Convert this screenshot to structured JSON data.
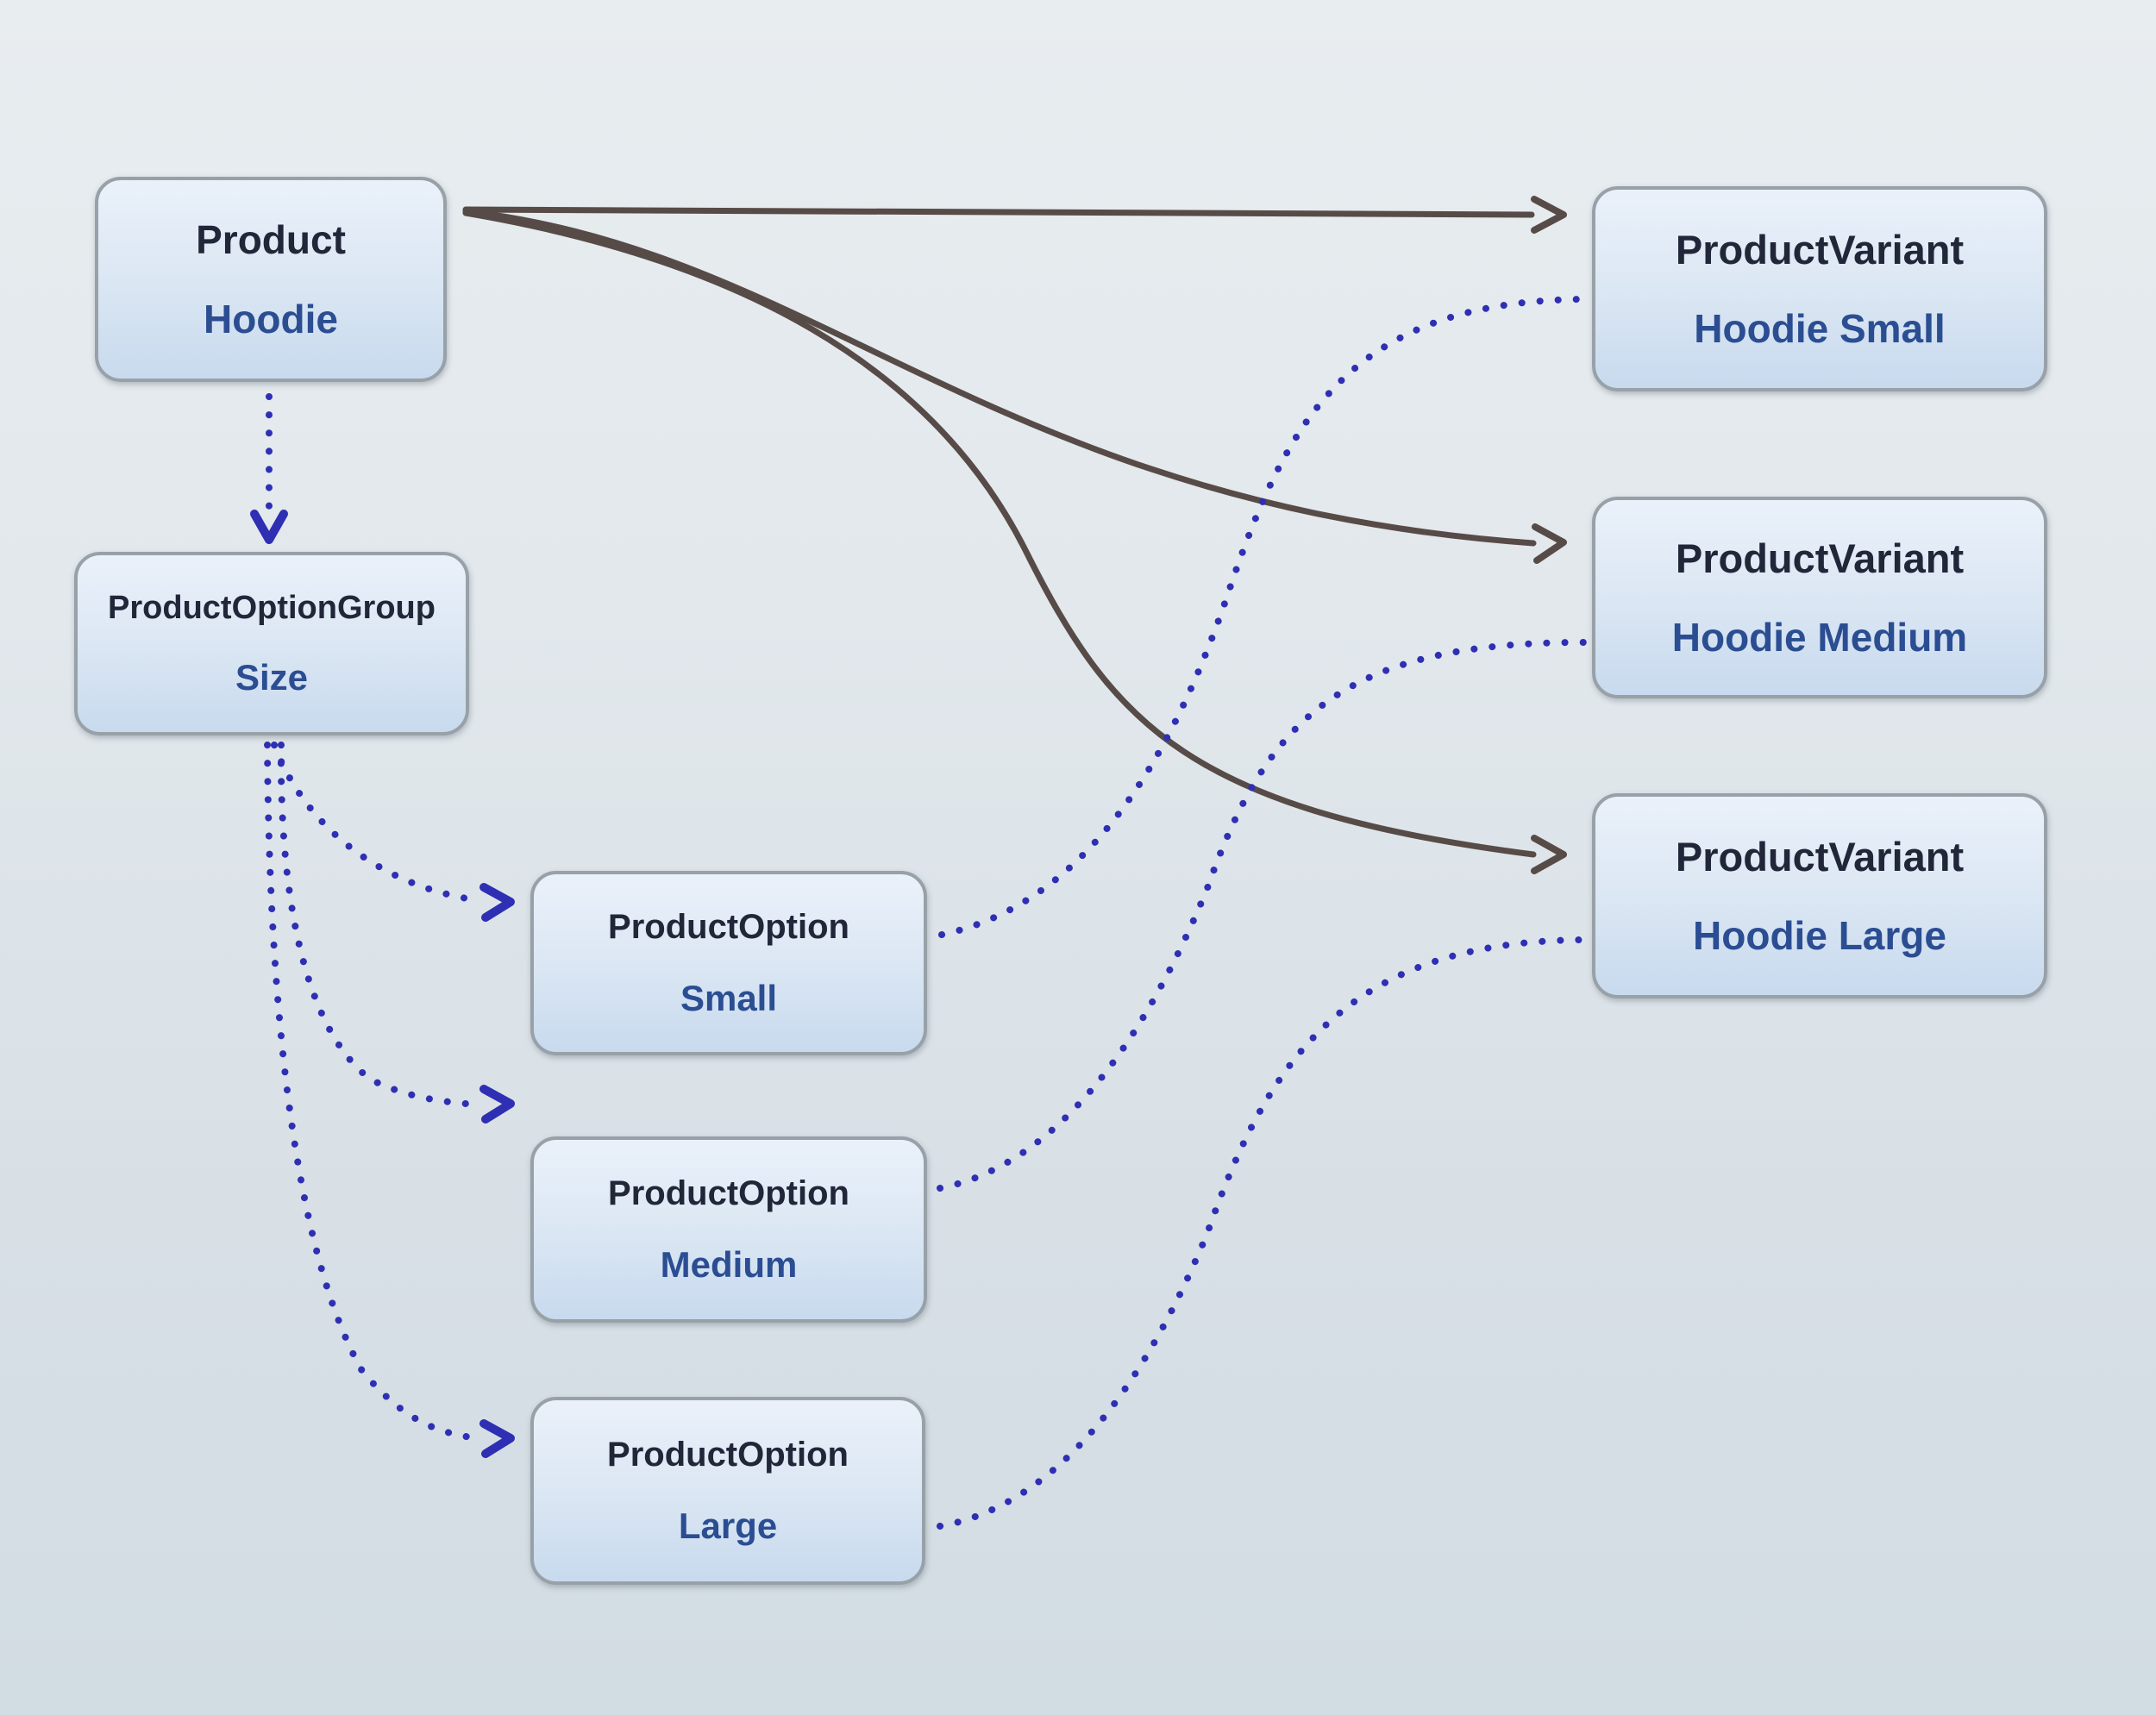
{
  "colors": {
    "background_top": "#e8edf0",
    "background_bottom": "#d2dce3",
    "node_fill_top": "#eaf1fa",
    "node_fill_bottom": "#c8daee",
    "node_border": "#98a1a8",
    "node_type_text": "#212739",
    "node_value_text": "#2b4d92",
    "solid_edge": "#574b48",
    "dotted_edge": "#2e2fb3"
  },
  "nodes": {
    "product": {
      "type": "Product",
      "value": "Hoodie"
    },
    "option_group": {
      "type": "ProductOptionGroup",
      "value": "Size"
    },
    "option_small": {
      "type": "ProductOption",
      "value": "Small"
    },
    "option_medium": {
      "type": "ProductOption",
      "value": "Medium"
    },
    "option_large": {
      "type": "ProductOption",
      "value": "Large"
    },
    "variant_small": {
      "type": "ProductVariant",
      "value": "Hoodie Small"
    },
    "variant_medium": {
      "type": "ProductVariant",
      "value": "Hoodie Medium"
    },
    "variant_large": {
      "type": "ProductVariant",
      "value": "Hoodie Large"
    }
  },
  "edges": [
    {
      "from": "product",
      "to": "variant_small",
      "style": "solid",
      "arrowhead": "open-chevron"
    },
    {
      "from": "product",
      "to": "variant_medium",
      "style": "solid",
      "arrowhead": "open-chevron"
    },
    {
      "from": "product",
      "to": "variant_large",
      "style": "solid",
      "arrowhead": "open-chevron"
    },
    {
      "from": "product",
      "to": "option_group",
      "style": "dotted",
      "arrowhead": "open-chevron"
    },
    {
      "from": "option_group",
      "to": "option_small",
      "style": "dotted",
      "arrowhead": "open-chevron"
    },
    {
      "from": "option_group",
      "to": "option_medium",
      "style": "dotted",
      "arrowhead": "open-chevron"
    },
    {
      "from": "option_group",
      "to": "option_large",
      "style": "dotted",
      "arrowhead": "open-chevron"
    },
    {
      "from": "option_small",
      "to": "variant_small",
      "style": "dotted",
      "arrowhead": "none"
    },
    {
      "from": "option_medium",
      "to": "variant_medium",
      "style": "dotted",
      "arrowhead": "none"
    },
    {
      "from": "option_large",
      "to": "variant_large",
      "style": "dotted",
      "arrowhead": "none"
    }
  ]
}
